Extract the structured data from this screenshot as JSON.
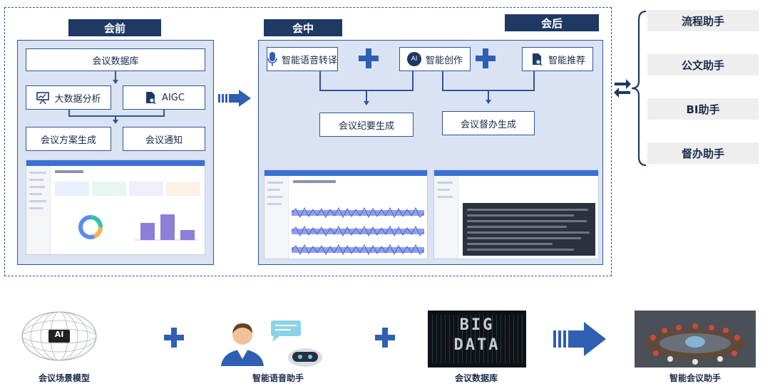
{
  "phases": {
    "before": "会前",
    "during": "会中",
    "after": "会后"
  },
  "before": {
    "database": "会议数据库",
    "bigdata": "大数据分析",
    "aigc": "AIGC",
    "plan": "会议方案生成",
    "notice": "会议通知"
  },
  "during": {
    "speech": "智能语音转译",
    "creation": "智能创作",
    "recommend": "智能推荐",
    "minutes": "会议纪要生成",
    "supervise": "会议督办生成",
    "ai_badge": "AI"
  },
  "assistants": [
    "流程助手",
    "公文助手",
    "BI助手",
    "督办助手"
  ],
  "bottom": {
    "model": "会议场景模型",
    "model_badge": "AI",
    "voice": "智能语音助手",
    "database": "会议数据库",
    "big_text_1": "BIG",
    "big_text_2": "DATA",
    "assistant": "智能会议助手"
  },
  "colors": {
    "accent": "#1f3864",
    "line": "#2f5597",
    "panel": "#dae3f3",
    "plus": "#2f5fb2"
  }
}
